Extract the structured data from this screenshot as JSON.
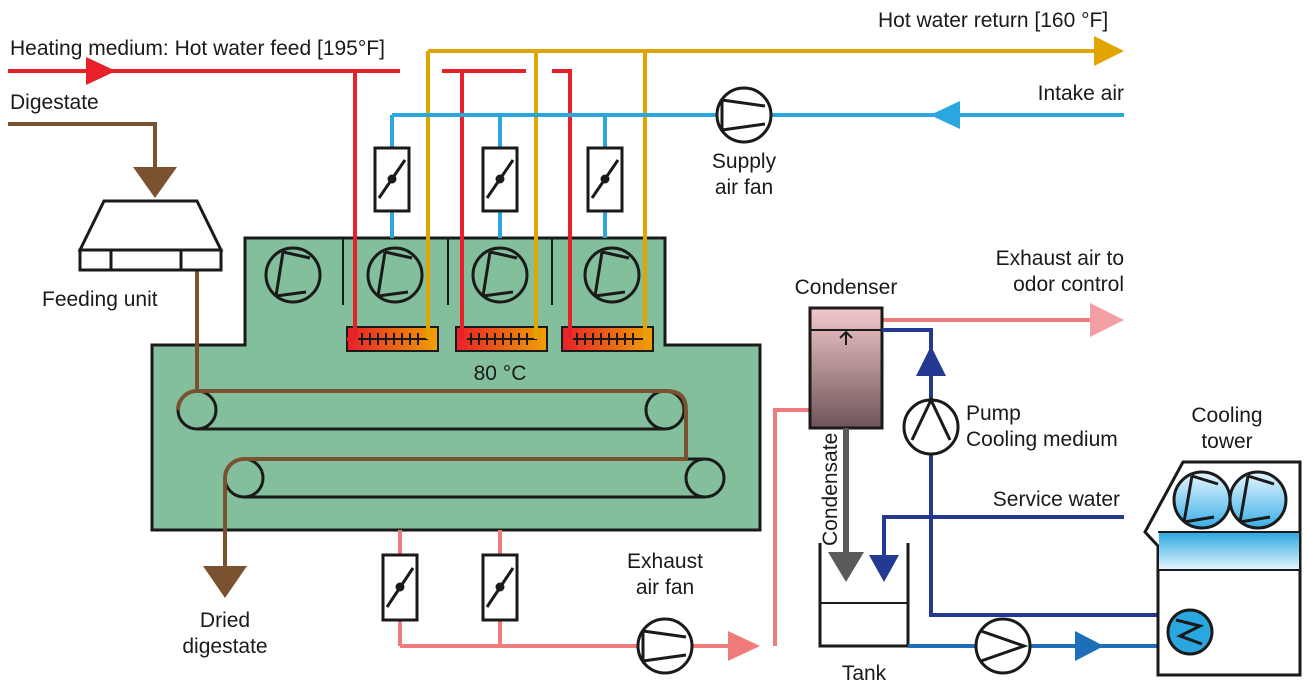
{
  "labels": {
    "hot_water_feed": "Heating medium: Hot water feed [195°F]",
    "hot_water_return": "Hot water return [160 °F]",
    "digestate": "Digestate",
    "intake_air": "Intake air",
    "supply_air_fan_1": "Supply",
    "supply_air_fan_2": "air fan",
    "feeding_unit": "Feeding unit",
    "temperature": "80 °C",
    "condenser": "Condenser",
    "exhaust_odor_1": "Exhaust air to",
    "exhaust_odor_2": "odor control",
    "pump_1": "Pump",
    "pump_2": "Cooling medium",
    "cooling_tower_1": "Cooling",
    "cooling_tower_2": "tower",
    "condensate": "Condensate",
    "service_water": "Service water",
    "exhaust_fan_1": "Exhaust",
    "exhaust_fan_2": "air fan",
    "dried_1": "Dried",
    "dried_2": "digestate",
    "tank": "Tank"
  },
  "colors": {
    "hot_water_feed": "#e8202a",
    "hot_water_return": "#e0a500",
    "intake_air": "#2aa7de",
    "digestate": "#7a5230",
    "exhaust_air": "#ef7b7b",
    "cooling_medium": "#233a94",
    "tank_water": "#1f6fb8",
    "condensate": "#5a5a5a",
    "dryer_body": "#83bf9c"
  }
}
